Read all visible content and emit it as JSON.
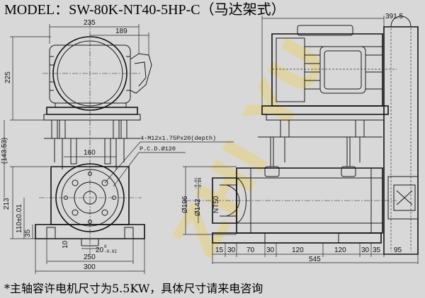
{
  "title": "MODEL：SW-80K-NT40-5HP-C（马达架式）",
  "note": "*主轴容许电机尺寸为5.5KW，具体尺寸请来电咨询",
  "watermark": "ZHI YU",
  "front_view": {
    "dim_235": "235",
    "dim_189": "189",
    "dim_225": "225",
    "dim_143": "(143.53)",
    "dim_160": "160",
    "dim_213": "213",
    "dim_110": "110±0.01",
    "dim_35": "35",
    "dim_10": "10",
    "dim_20": "20",
    "dim_20_tol": "-0.02",
    "dim_20_tol0": "0",
    "dim_250": "250",
    "dim_300": "300",
    "callout_holes": "4-M12x1.75Px20(depth)",
    "callout_pcd": "P.C.D.Ø120"
  },
  "side_view": {
    "dim_391": "391.5",
    "dim_196": "Ø196",
    "dim_142": "Ø142",
    "dim_142_tol": "-0.01",
    "dim_142_tol2": "-0.04",
    "dim_nt50": "NT50",
    "bottom_dims": [
      "15",
      "30",
      "70",
      "30",
      "120",
      "120",
      "30",
      "35",
      "95"
    ],
    "dim_545": "545"
  }
}
